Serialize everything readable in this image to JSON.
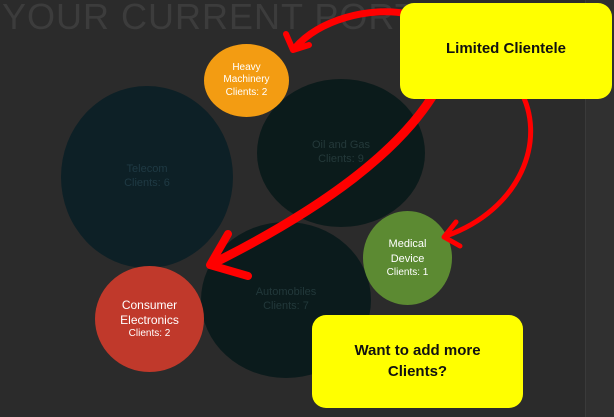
{
  "page": {
    "title": "YOUR CURRENT PORTFOLIO"
  },
  "bubbles": {
    "telecom": {
      "name": "Telecom",
      "clients": "Clients: 6"
    },
    "oil_gas": {
      "name": "Oil and Gas",
      "clients": "Clients: 9"
    },
    "automobiles": {
      "name": "Automobiles",
      "clients": "Clients: 7"
    },
    "heavy_machinery": {
      "name": "Heavy Machinery",
      "clients": "Clients: 2"
    },
    "medical_device": {
      "name": "Medical Device",
      "clients": "Clients: 1"
    },
    "consumer_electronics": {
      "name": "Consumer Electronics",
      "clients": "Clients: 2"
    }
  },
  "callouts": {
    "limited_clientele": "Limited Clientele",
    "add_more_clients": "Want to add more Clients?"
  },
  "colors": {
    "background": "#2b2b2b",
    "arrow": "#ff0000",
    "callout": "#ffff00",
    "heavy_machinery": "#f39c12",
    "medical_device": "#5c8a32",
    "consumer_electronics": "#c0392b",
    "dark_bubble": "#0d2026"
  }
}
